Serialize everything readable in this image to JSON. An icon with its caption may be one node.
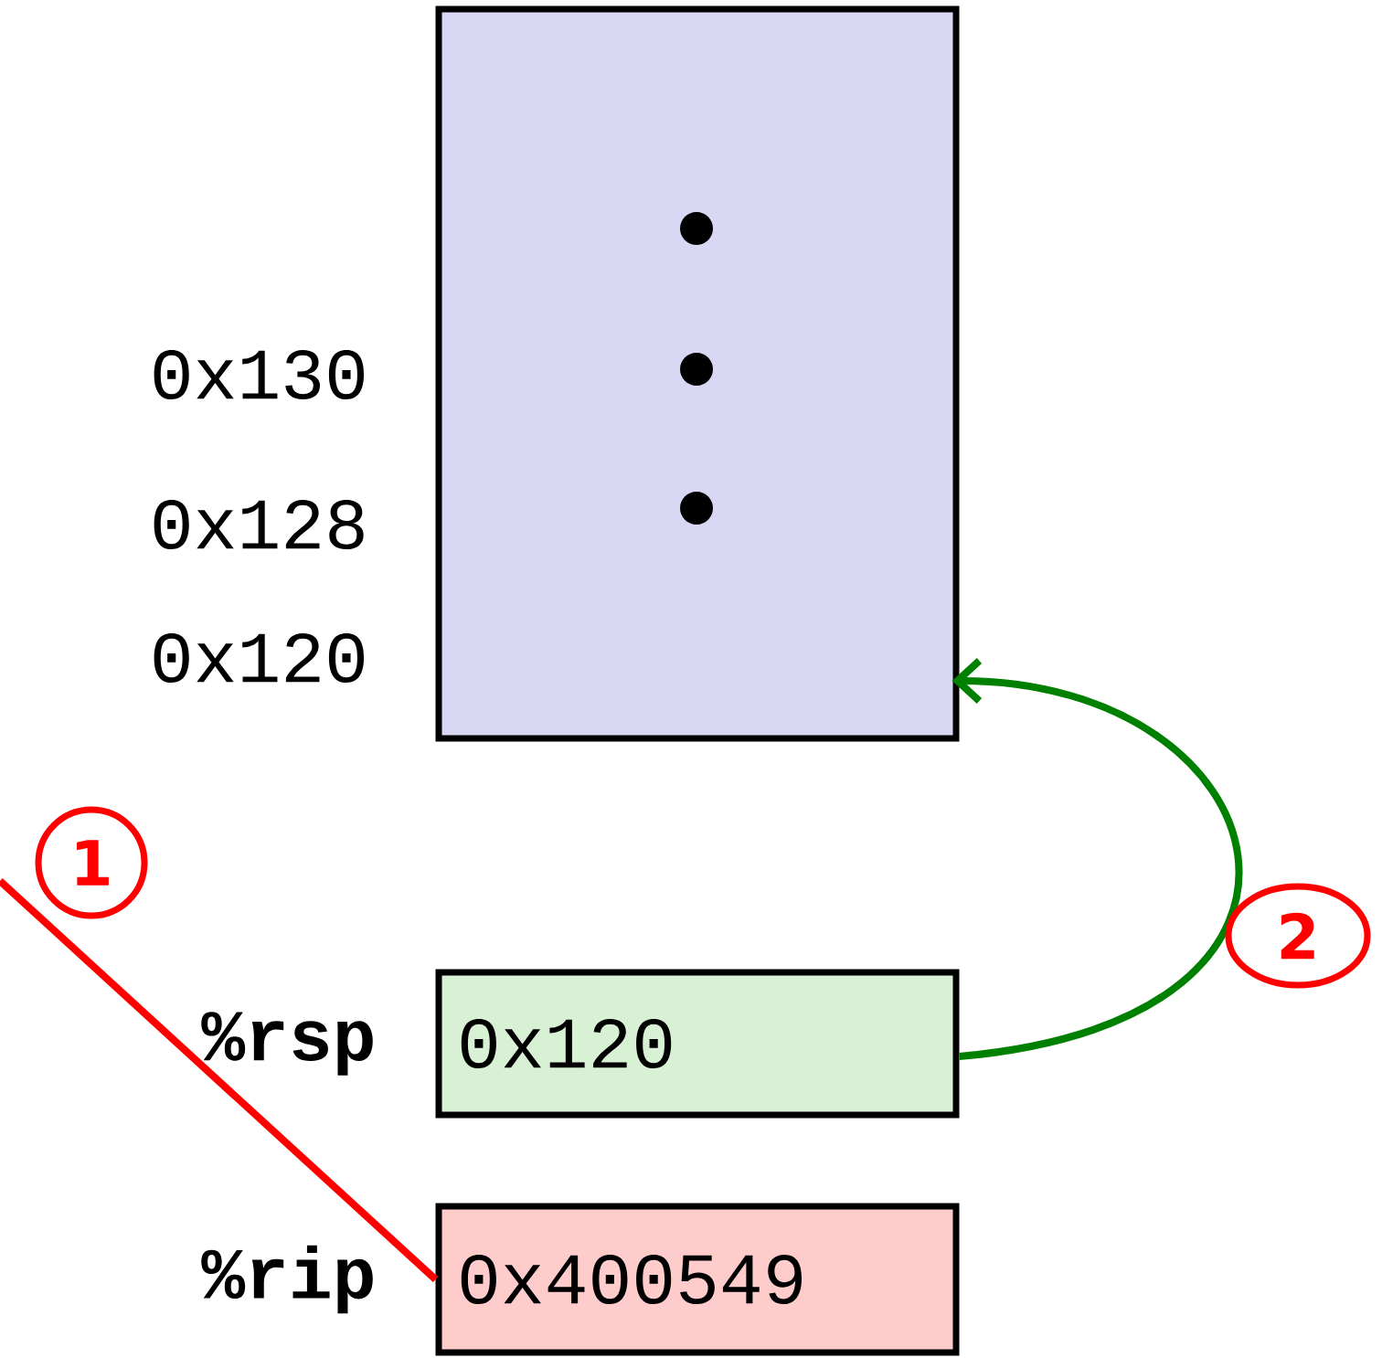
{
  "diagram": {
    "nodes": [
      {
        "text": [],
        "shape": "box"
      },
      {
        "text": [
          "0x120"
        ],
        "beside": [
          "%rsp"
        ]
      },
      {
        "text": [
          "0x400549"
        ],
        "beside": [
          "%rip"
        ]
      }
    ],
    "edges": [
      {
        "from": 1,
        "to": 0,
        "arrow": "to",
        "color": "#008000"
      },
      {
        "from": null,
        "to": 2,
        "arrow": "none",
        "color": "#ff0000"
      }
    ],
    "labels": [
      "0x130",
      "0x128",
      "0x120",
      "1",
      "2"
    ]
  }
}
